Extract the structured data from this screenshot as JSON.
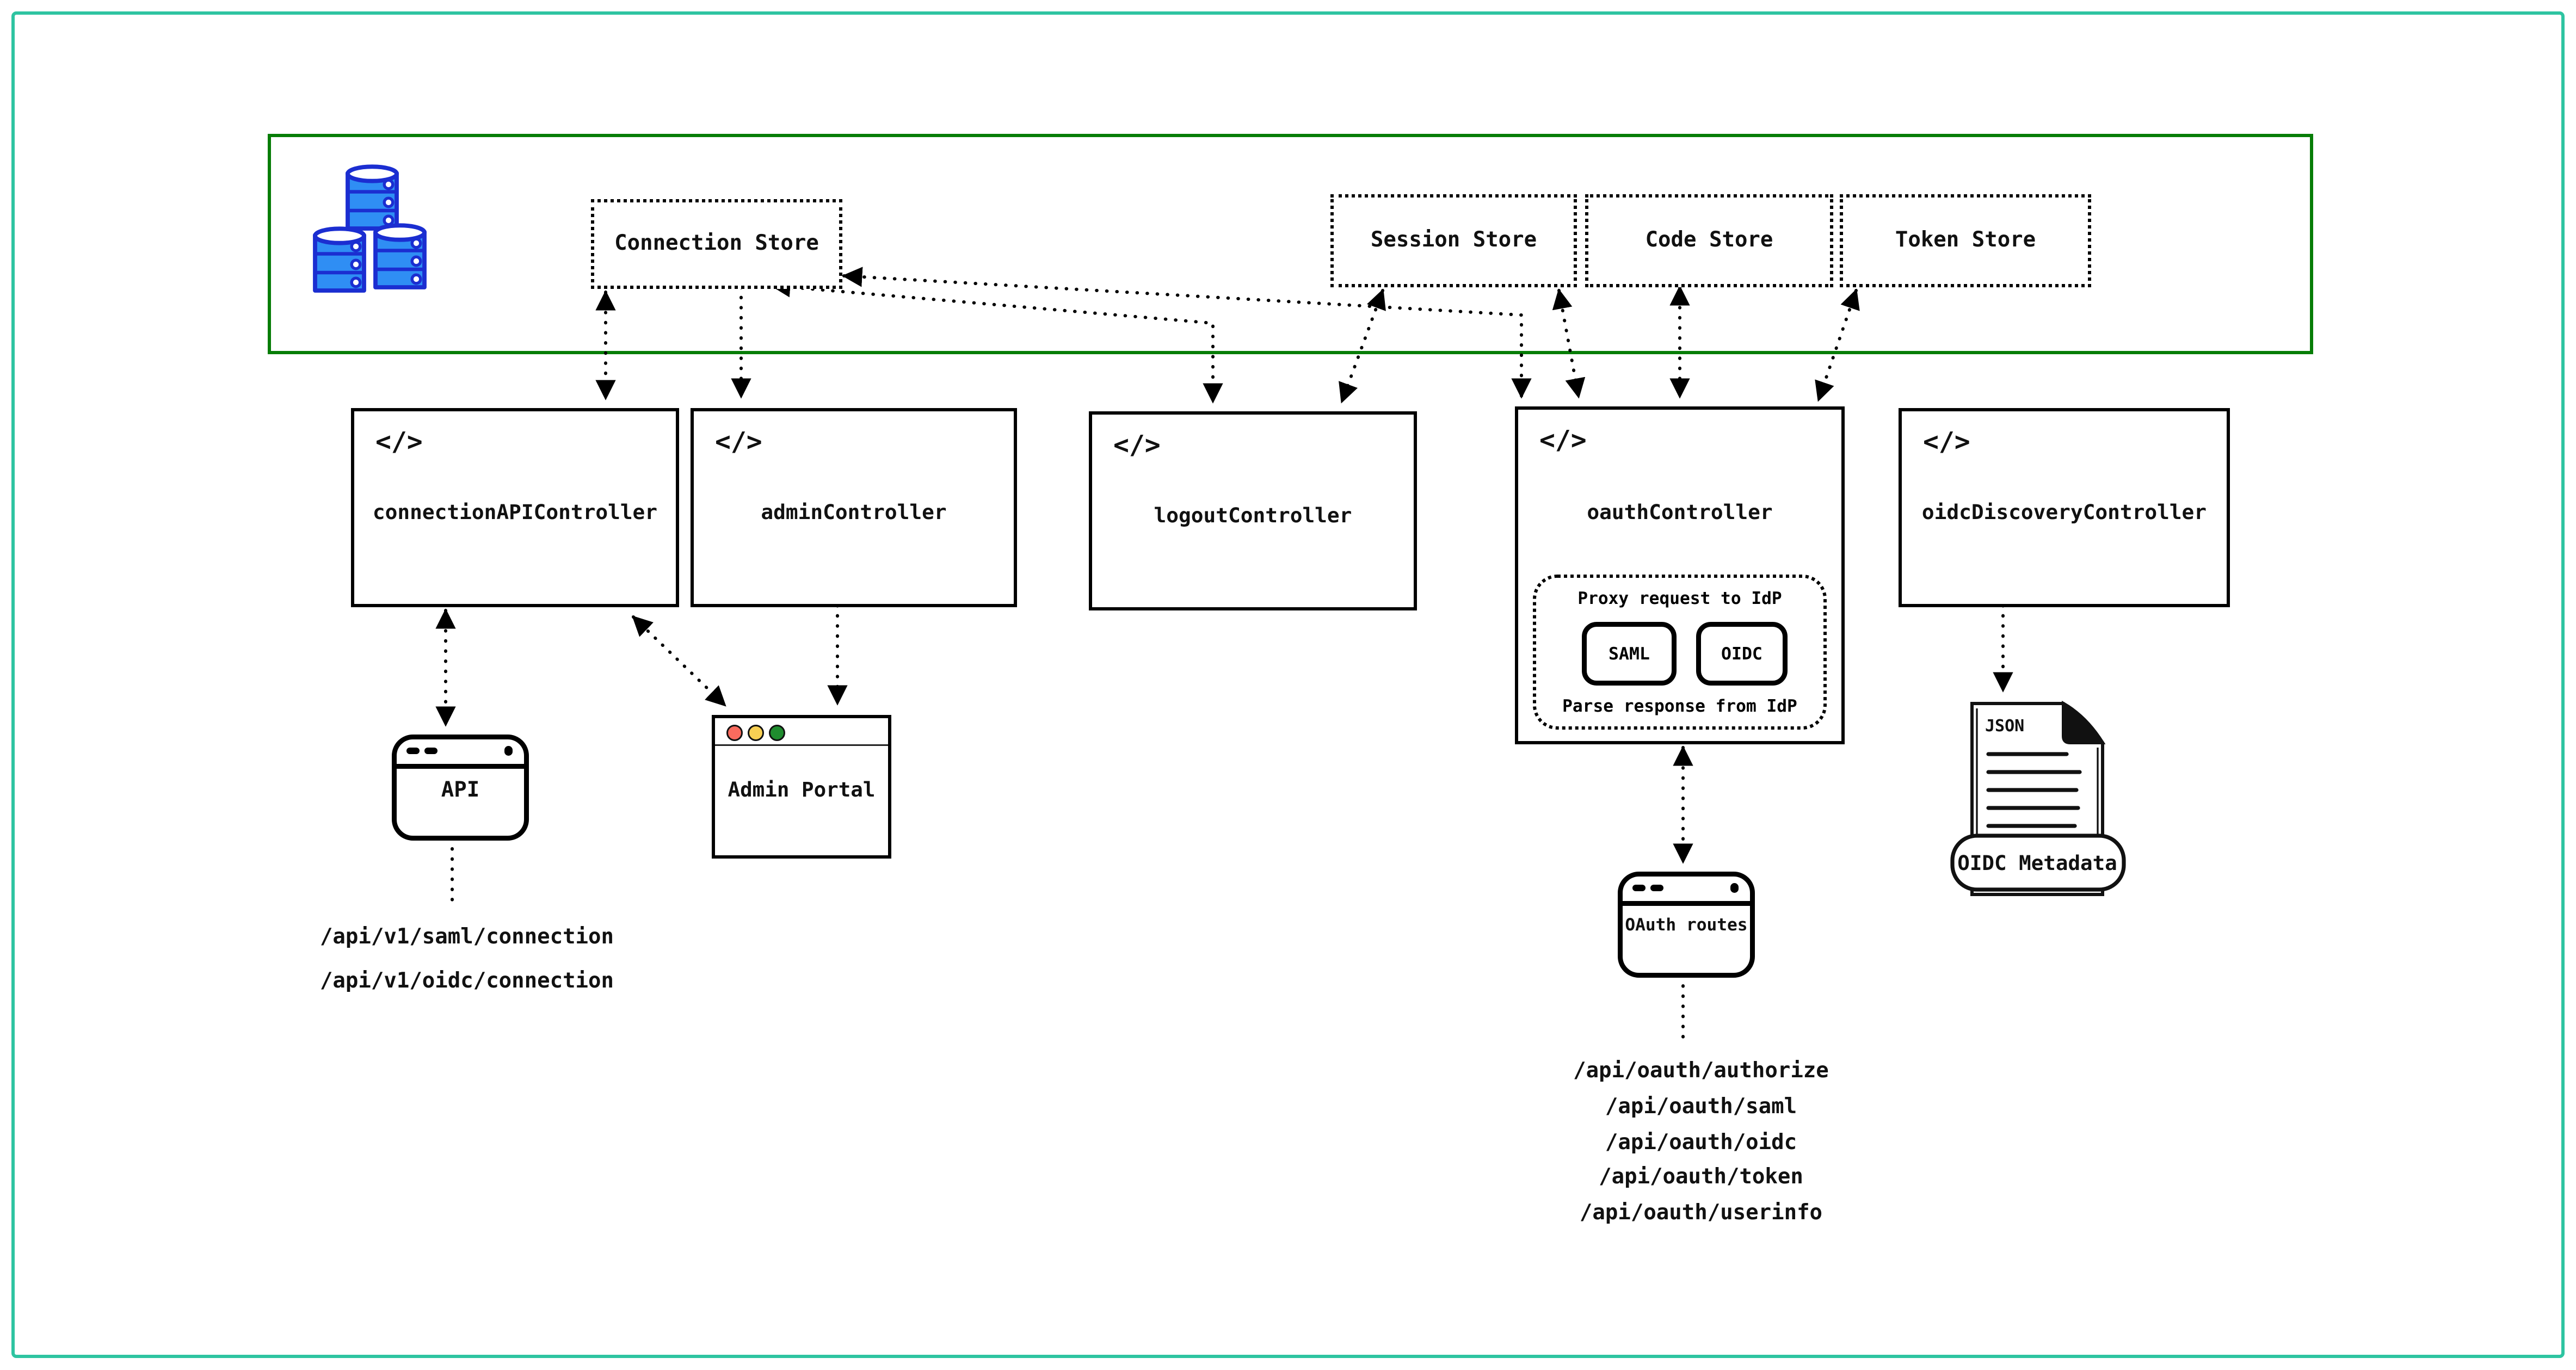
{
  "diagram": {
    "title_hidden": "",
    "stores": {
      "connection": "Connection Store",
      "session": "Session Store",
      "code": "Code Store",
      "token": "Token Store"
    },
    "controllers": {
      "connection_api": "connectionAPIController",
      "admin": "adminController",
      "logout": "logoutController",
      "oauth": "oauthController",
      "oidc_discovery": "oidcDiscoveryController"
    },
    "code_icon_glyph": "</>",
    "oauth_proxy": {
      "top_label": "Proxy request to IdP",
      "saml_badge": "SAML",
      "oidc_badge": "OIDC",
      "bottom_label": "Parse response from IdP"
    },
    "clients": {
      "api": "API",
      "admin_portal": "Admin Portal",
      "oauth_routes": "OAuth routes"
    },
    "document": {
      "file_type": "JSON",
      "label": "OIDC Metadata"
    },
    "api_endpoints": [
      "/api/v1/saml/connection",
      "/api/v1/oidc/connection"
    ],
    "oauth_endpoints": [
      "/api/oauth/authorize",
      "/api/oauth/saml",
      "/api/oauth/oidc",
      "/api/oauth/token",
      "/api/oauth/userinfo"
    ],
    "colors": {
      "outer_border": "#2ec4a1",
      "store_zone_border": "#077d07",
      "database_fill": "#2f8ef4",
      "database_outline": "#1b2ed1",
      "traffic_red": "#fa6b5e",
      "traffic_yellow": "#f8d053",
      "traffic_green": "#1f8c2e",
      "line_color": "#000000"
    }
  }
}
